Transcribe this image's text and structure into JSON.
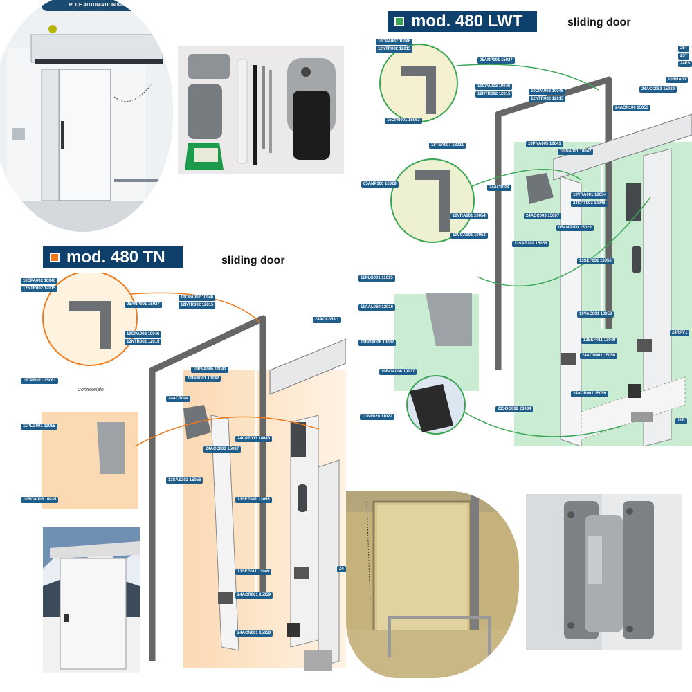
{
  "top_left_photo": {
    "banner": "PLCE AUTOMATION KIT"
  },
  "lwt": {
    "title": "mod. 480 LWT",
    "subtitle": "sliding door",
    "tags": [
      "10CPA002 10046",
      "12NTR002 12015",
      "05ANP001 15027",
      "10CPA002 10046",
      "12NTR002 12015",
      "10CPA002 10046",
      "12NTR002 12015",
      "15CPR001 15063",
      "24ACC053 15089",
      "10RNA00",
      "24ACN100 15053",
      "25T",
      "25T",
      "24FS",
      "18TEA007 18021",
      "10PNA005 10041",
      "10INA001 10042",
      "05ANP100 15029",
      "24ACT004",
      "10VRA001 10054",
      "24CPT003 14046",
      "24ACC003 15087",
      "10VRA001 10054",
      "05ANP100 15029",
      "10VCA001 10053",
      "13SAE202 15056",
      "13SEF031 13056",
      "11PLG001 11015",
      "11AAL060 12016",
      "10BOA006 10037",
      "10VAC001 10053",
      "13SEF011 13049",
      "24ACN001 15058",
      "24RPV1",
      "10BOA006 10037",
      "24ACR001 15059",
      "11INF020 11022",
      "23SOG002 23034",
      "11B"
    ]
  },
  "tn": {
    "title": "mod. 480 TN",
    "subtitle": "sliding door",
    "controtelaio": "Controtelaio",
    "tags": [
      "10CPA002 10046",
      "12NTR002 12015",
      "05ANP001 15027",
      "10CPA002 10046",
      "12NTR002 12015",
      "10CPA002 10046",
      "12NTR002 12015",
      "15CPR021 15061",
      "24ACC053 1",
      "10PNA005 10041",
      "10INA001 10042",
      "24ACT004",
      "11PLG001 11015",
      "24CPT003 14046",
      "24ACC003 15087",
      "13SAE202 15056",
      "13SEF041 13055",
      "10BOA005 10035",
      "13SEF011 13049",
      "24ACR001 15059",
      "24ACN001 15058",
      "24"
    ]
  },
  "colors": {
    "brand_blue": "#0f3f6b",
    "tag_blue": "#1f5d8a",
    "lwt_square": "#3aa655",
    "tn_square": "#f07a1a",
    "green_zone": "#c9ecd2",
    "orange_zone": "#fbd9b3"
  }
}
